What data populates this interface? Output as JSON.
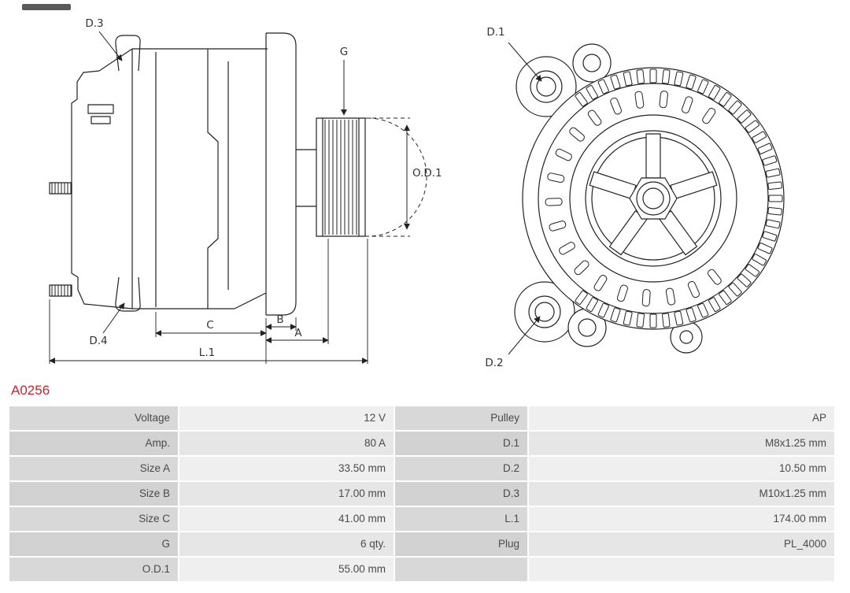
{
  "part": {
    "number": "A0256"
  },
  "colors": {
    "accent_red": "#cc2229",
    "line": "#222222",
    "table_label_bg": "#d8d8d8",
    "table_value_bg": "#efefef",
    "table_label_bg_alt": "#d2d2d2",
    "table_value_bg_alt": "#e6e6e6"
  },
  "diagram": {
    "side_view": {
      "labels": {
        "d3": "D.3",
        "g": "G",
        "od1": "O.D.1",
        "d4": "D.4",
        "c": "C",
        "b": "B",
        "a": "A",
        "l1": "L.1"
      }
    },
    "front_view": {
      "labels": {
        "d1": "D.1",
        "d2": "D.2"
      }
    }
  },
  "spec_table": {
    "rows": [
      [
        "Voltage",
        "12 V",
        "Pulley",
        "AP"
      ],
      [
        "Amp.",
        "80 A",
        "D.1",
        "M8x1.25 mm"
      ],
      [
        "Size A",
        "33.50 mm",
        "D.2",
        "10.50 mm"
      ],
      [
        "Size B",
        "17.00 mm",
        "D.3",
        "M10x1.25 mm"
      ],
      [
        "Size C",
        "41.00 mm",
        "L.1",
        "174.00 mm"
      ],
      [
        "G",
        "6 qty.",
        "Plug",
        "PL_4000"
      ],
      [
        "O.D.1",
        "55.00 mm",
        "",
        ""
      ]
    ]
  }
}
